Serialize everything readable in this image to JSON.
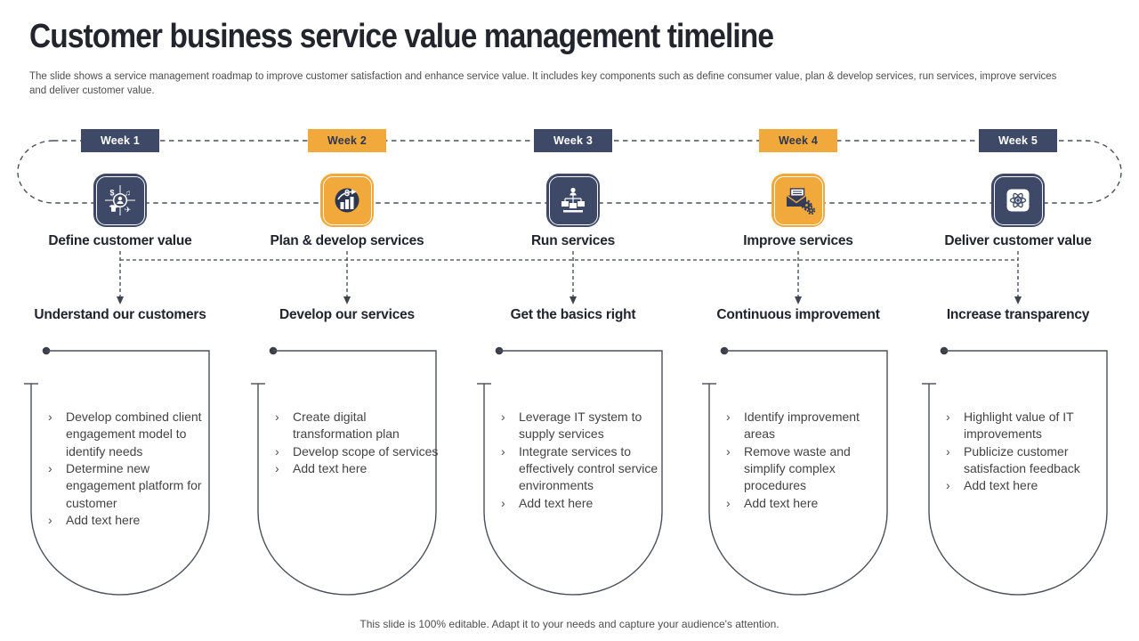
{
  "slide": {
    "title": "Customer business service value management timeline",
    "subtitle": "The slide shows a service management roadmap to improve customer satisfaction and enhance service value. It includes key components such as define consumer value, plan & develop services, run services, improve services and deliver customer value.",
    "footer": "This slide is 100% editable. Adapt it to your needs and capture your audience's attention."
  },
  "list_marker": "›",
  "colors": {
    "navy": "#3d4966",
    "orange": "#f2a93c",
    "heading_text": "#20242d",
    "body_text": "#434343",
    "line": "#4a4f59",
    "white": "#ffffff"
  },
  "columns": [
    {
      "week": "Week 1",
      "accent": "navy",
      "icon": "customer-value-icon",
      "label": "Define customer value",
      "subheading": "Understand our customers",
      "bullets": [
        "Develop combined client engagement model to identify needs",
        "Determine new engagement platform for customer",
        "Add text here"
      ]
    },
    {
      "week": "Week 2",
      "accent": "orange",
      "icon": "growth-chart-icon",
      "label": "Plan & develop services",
      "subheading": "Develop our services",
      "bullets": [
        "Create digital transformation plan",
        "Develop scope of services",
        "Add text here"
      ]
    },
    {
      "week": "Week 3",
      "accent": "navy",
      "icon": "org-chart-icon",
      "label": "Run services",
      "subheading": "Get the basics right",
      "bullets": [
        "Leverage IT system to supply services",
        "Integrate services to effectively control service environments",
        "Add text here"
      ]
    },
    {
      "week": "Week 4",
      "accent": "orange",
      "icon": "mail-gear-icon",
      "label": "Improve services",
      "subheading": "Continuous improvement",
      "bullets": [
        "Identify improvement areas",
        "Remove waste and simplify complex procedures",
        "Add text here"
      ]
    },
    {
      "week": "Week 5",
      "accent": "navy",
      "icon": "atom-icon",
      "label": "Deliver customer value",
      "subheading": "Increase transparency",
      "bullets": [
        "Highlight value of IT improvements",
        "Publicize customer satisfaction feedback",
        "Add text here"
      ]
    }
  ]
}
